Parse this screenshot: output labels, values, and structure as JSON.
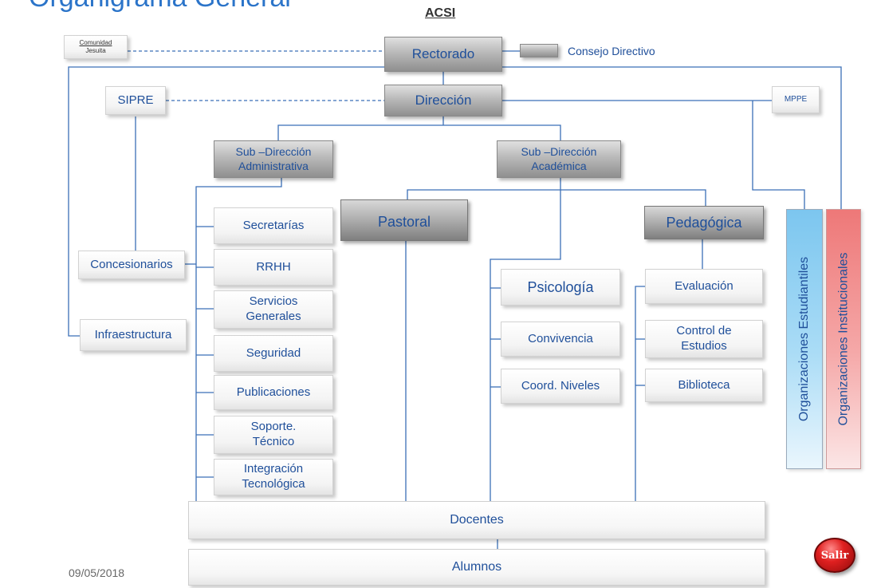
{
  "title": "Organigrama General",
  "acsi": "ACSI",
  "date": "09/05/2018",
  "salir": "Salir",
  "nodes": {
    "comunidad_top": "Comunidad",
    "comunidad_bottom": "Jesuita",
    "rectorado": "Rectorado",
    "consejo": "Consejo Directivo",
    "direccion": "Dirección",
    "sipre": "SIPRE",
    "mppe": "MPPE",
    "sub_admin_1": "Sub –Dirección",
    "sub_admin_2": "Administrativa",
    "sub_acad_1": "Sub –Dirección",
    "sub_acad_2": "Académica",
    "pastoral": "Pastoral",
    "pedagogica": "Pedagógica",
    "secretarias": "Secretarías",
    "rrhh": "RRHH",
    "servicios_1": "Servicios",
    "servicios_2": "Generales",
    "seguridad": "Seguridad",
    "publicaciones": "Publicaciones",
    "soporte_1": "Soporte.",
    "soporte_2": "Técnico",
    "integracion_1": "Integración",
    "integracion_2": "Tecnológica",
    "concesionarios": "Concesionarios",
    "infraestructura": "Infraestructura",
    "psicologia": "Psicología",
    "convivencia": "Convivencia",
    "coord": "Coord. Niveles",
    "evaluacion": "Evaluación",
    "control_1": "Control de",
    "control_2": "Estudios",
    "biblioteca": "Biblioteca",
    "org_estudiantiles": "Organizaciones Estudiantiles",
    "org_institucionales": "Organizaciones Institucionales",
    "docentes": "Docentes",
    "alumnos": "Alumnos"
  },
  "colors": {
    "text_blue": "#1f4f9a",
    "line_blue": "#3b6fb6",
    "title_blue": "#2b74c9",
    "estudiantiles_fill": "#8fd0f2",
    "institucionales_fill": "#f08a8a",
    "salir_red": "#d11a1a"
  }
}
